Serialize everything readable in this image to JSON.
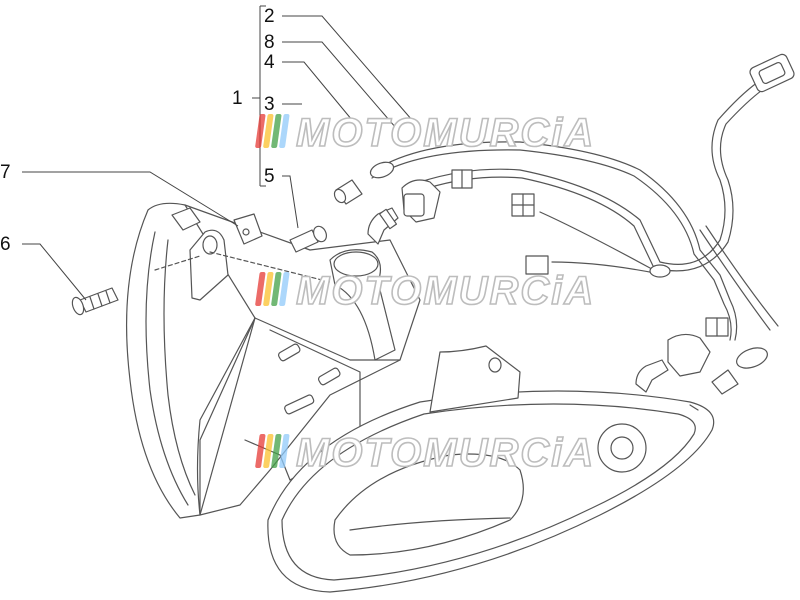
{
  "diagram": {
    "callouts": [
      {
        "id": "c2",
        "label": "2"
      },
      {
        "id": "c8",
        "label": "8"
      },
      {
        "id": "c4",
        "label": "4"
      },
      {
        "id": "c1",
        "label": "1"
      },
      {
        "id": "c3",
        "label": "3"
      },
      {
        "id": "c5",
        "label": "5"
      },
      {
        "id": "c7",
        "label": "7"
      },
      {
        "id": "c6",
        "label": "6"
      }
    ],
    "watermark": {
      "text": "MOTOMURCiA",
      "colors": [
        "#e53935",
        "#fbc02d",
        "#43a047",
        "#90caf9"
      ]
    }
  }
}
